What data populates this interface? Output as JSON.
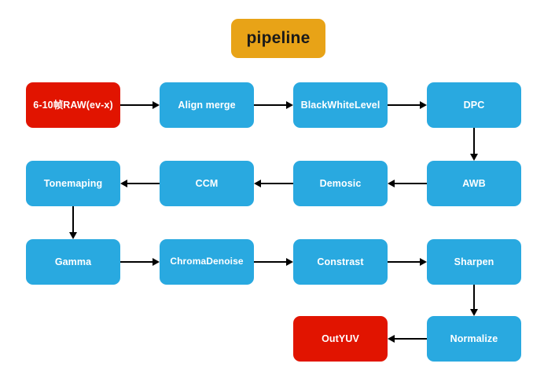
{
  "diagram": {
    "title": "pipeline",
    "background_color": "#ffffff",
    "colors": {
      "title_fill": "#e8a317",
      "process_fill": "#29a9e0",
      "endpoint_fill": "#e11400",
      "edge": "#000000",
      "node_text": "#ffffff",
      "title_text": "#1a1a1a"
    },
    "nodes": [
      {
        "id": "input",
        "label": "6-10帧RAW(ev-x)",
        "kind": "endpoint",
        "row": 1
      },
      {
        "id": "align_merge",
        "label": "Align merge",
        "kind": "process",
        "row": 1
      },
      {
        "id": "blackwhite",
        "label": "BlackWhiteLevel",
        "kind": "process",
        "row": 1
      },
      {
        "id": "dpc",
        "label": "DPC",
        "kind": "process",
        "row": 1
      },
      {
        "id": "tonemaping",
        "label": "Tonemaping",
        "kind": "process",
        "row": 2
      },
      {
        "id": "ccm",
        "label": "CCM",
        "kind": "process",
        "row": 2
      },
      {
        "id": "demosic",
        "label": "Demosic",
        "kind": "process",
        "row": 2
      },
      {
        "id": "awb",
        "label": "AWB",
        "kind": "process",
        "row": 2
      },
      {
        "id": "gamma",
        "label": "Gamma",
        "kind": "process",
        "row": 3
      },
      {
        "id": "chromadenoise",
        "label": "ChromaDenoise",
        "kind": "process",
        "row": 3
      },
      {
        "id": "constrast",
        "label": "Constrast",
        "kind": "process",
        "row": 3
      },
      {
        "id": "sharpen",
        "label": "Sharpen",
        "kind": "process",
        "row": 3
      },
      {
        "id": "normalize",
        "label": "Normalize",
        "kind": "process",
        "row": 4
      },
      {
        "id": "outyuv",
        "label": "OutYUV",
        "kind": "endpoint",
        "row": 4
      }
    ],
    "edges": [
      {
        "from": "input",
        "to": "align_merge",
        "direction": "right"
      },
      {
        "from": "align_merge",
        "to": "blackwhite",
        "direction": "right"
      },
      {
        "from": "blackwhite",
        "to": "dpc",
        "direction": "right"
      },
      {
        "from": "dpc",
        "to": "awb",
        "direction": "down"
      },
      {
        "from": "awb",
        "to": "demosic",
        "direction": "left"
      },
      {
        "from": "demosic",
        "to": "ccm",
        "direction": "left"
      },
      {
        "from": "ccm",
        "to": "tonemaping",
        "direction": "left"
      },
      {
        "from": "tonemaping",
        "to": "gamma",
        "direction": "down"
      },
      {
        "from": "gamma",
        "to": "chromadenoise",
        "direction": "right"
      },
      {
        "from": "chromadenoise",
        "to": "constrast",
        "direction": "right"
      },
      {
        "from": "constrast",
        "to": "sharpen",
        "direction": "right"
      },
      {
        "from": "sharpen",
        "to": "normalize",
        "direction": "down"
      },
      {
        "from": "normalize",
        "to": "outyuv",
        "direction": "left"
      }
    ]
  }
}
